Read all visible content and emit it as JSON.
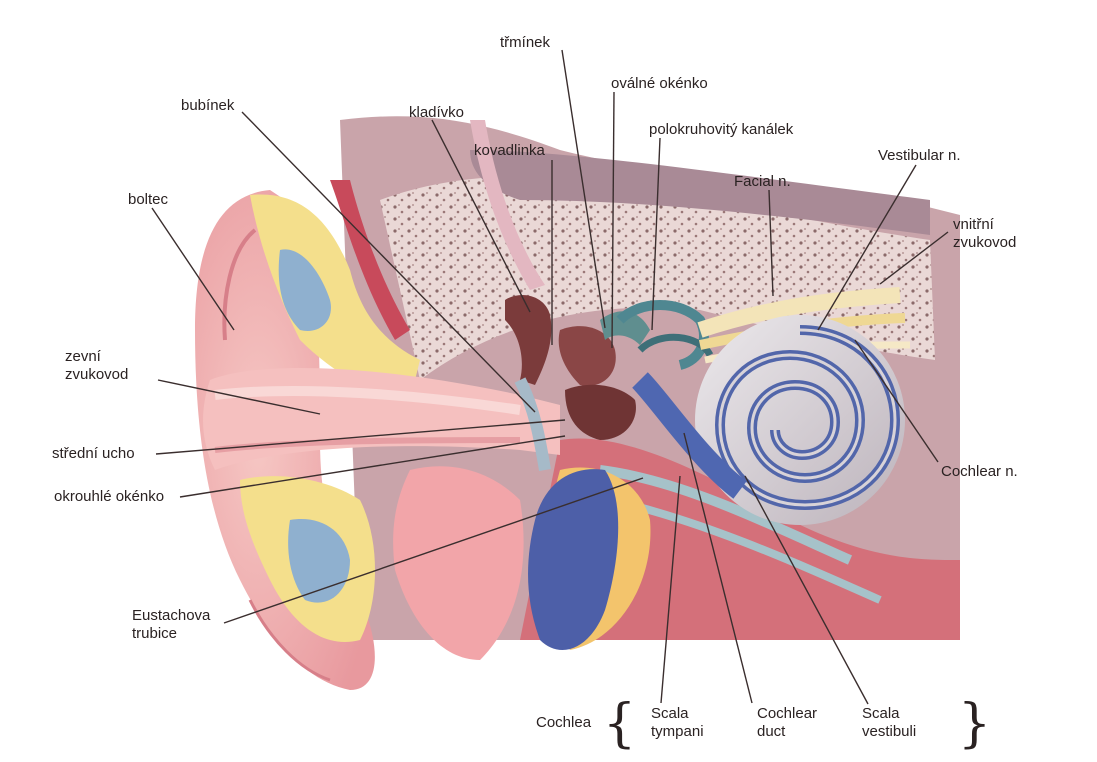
{
  "labels": {
    "bubinek": "bubínek",
    "kladivko": "kladívko",
    "kovadlinka": "kovadlinka",
    "triminek": "třmínek",
    "ovalne_okenko": "oválné okénko",
    "polokruhovity_kanalek": "polokruhovitý kanálek",
    "facial_n": "Facial n.",
    "vestibular_n": "Vestibular n.",
    "boltec": "boltec",
    "vnitrni_zvukovod": "vnitřní\nzvukovod",
    "zevni_zvukovod": "zevní\nzvukovod",
    "stredni_ucho": "střední ucho",
    "okrouhle_okenko": "okrouhlé okénko",
    "cochlear_n": "Cochlear n.",
    "eustachova_trubice": "Eustachova\ntrubice",
    "cochlea": "Cochlea",
    "scala_tympani": "Scala\ntympani",
    "cochlear_duct": "Cochlear\nduct",
    "scala_vestibuli": "Scala\nvestibuli"
  },
  "colors": {
    "skin": "#f3b7b6",
    "skin_dark": "#e48f95",
    "bone": "#e9d6d6",
    "bone_pore": "#8c6a6a",
    "cartilage_yellow": "#f4df8c",
    "blue": "#5a6fb4",
    "muscle": "#c84a5b",
    "leader_line": "#3a2e2e"
  }
}
